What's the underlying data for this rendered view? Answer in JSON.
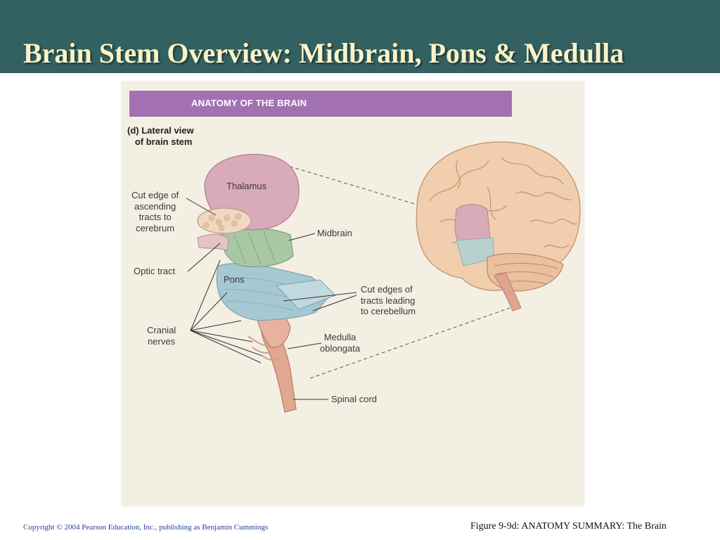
{
  "slide": {
    "title": "Brain Stem Overview: Midbrain, Pons & Medulla"
  },
  "figure": {
    "banner": "ANATOMY OF THE BRAIN",
    "view_label": "(d) Lateral view\n   of brain stem",
    "labels": {
      "thalamus": "Thalamus",
      "cut_edge_ascending": "Cut edge of\nascending\ntracts to\ncerebrum",
      "midbrain": "Midbrain",
      "optic_tract": "Optic tract",
      "pons": "Pons",
      "cut_edges_cerebellum": "Cut edges of\ntracts leading\nto cerebellum",
      "cranial_nerves": "Cranial\nnerves",
      "medulla": "Medulla\noblongata",
      "spinal_cord": "Spinal cord"
    },
    "colors": {
      "banner": "#a370b2",
      "thalamus": "#d9aab8",
      "midbrain": "#a9c4a2",
      "pons": "#9fc3cc",
      "medulla": "#e0a48e",
      "cerebrum": "#f3d2b3"
    }
  },
  "footer": {
    "copyright": "Copyright © 2004 Pearson Education, Inc., publishing as Benjamin Cummings",
    "caption": "Figure 9-9d: ANATOMY SUMMARY: The Brain"
  }
}
